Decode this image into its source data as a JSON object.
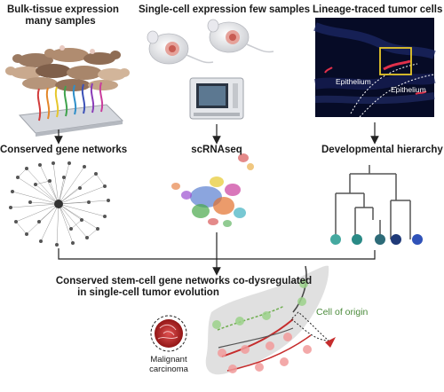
{
  "top_panels": {
    "bulk_title_line1": "Bulk-tissue expression",
    "bulk_title_line2": "many samples",
    "single_title": "Single-cell expression few samples",
    "lineage_title": "Lineage-traced tumor cells"
  },
  "micrograph": {
    "label_left": "Epithelium",
    "label_right": "Epithelium"
  },
  "mid_labels": {
    "networks": "Conserved gene networks",
    "scrnaseq": "scRNAseq",
    "hierarchy": "Developmental hierarchy"
  },
  "bottom": {
    "title_line1": "Conserved stem-cell gene networks co-dysregulated",
    "title_line2": "in single-cell tumor evolution",
    "cell_of_origin": "Cell of origin",
    "malignant_line1": "Malignant",
    "malignant_line2": "carcinoma"
  },
  "colors": {
    "arrow": "#222222",
    "green": "#6fae4f",
    "red": "#c62c2c",
    "tree_line": "#555555",
    "leaf_colors": [
      "#45a9a0",
      "#2a8a86",
      "#2d6b78",
      "#1f3a78",
      "#2f52b8"
    ]
  }
}
